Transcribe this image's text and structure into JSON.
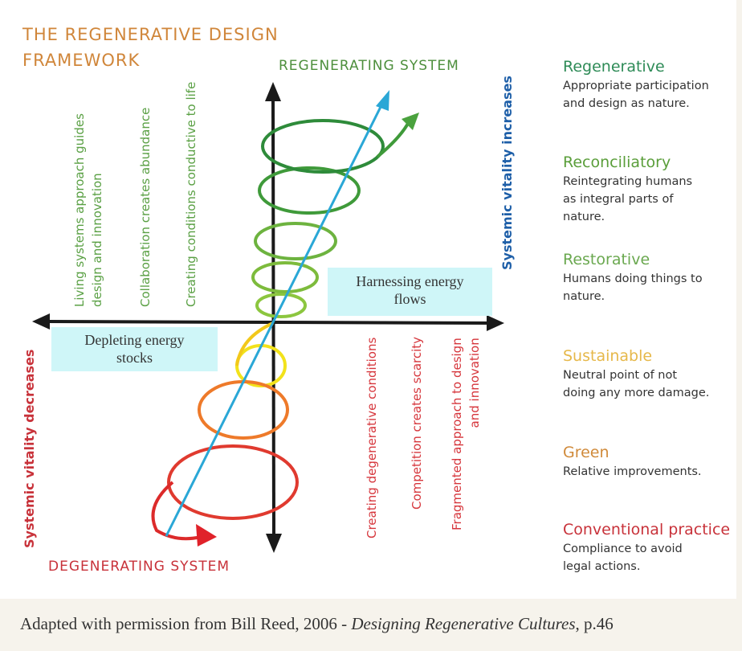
{
  "title": {
    "line1": "THE REGENERATIVE DESIGN",
    "line2": "FRAMEWORK"
  },
  "axis_labels": {
    "top": "REGENERATING SYSTEM",
    "bottom": "DEGENERATING SYSTEM",
    "increases": "Systemic vitality increases",
    "decreases": "Systemic vitality decreases"
  },
  "boxes": {
    "harnessing": {
      "line1": "Harnessing energy",
      "line2": "flows"
    },
    "depleting": {
      "line1": "Depleting energy",
      "line2": "stocks"
    }
  },
  "regenerative_traits": [
    {
      "line1": "Living systems approach guides",
      "line2": "design and innovation"
    },
    {
      "line1": "Collaboration creates abundance",
      "line2": ""
    },
    {
      "line1": "Creating conditions conductive to life",
      "line2": ""
    }
  ],
  "degenerative_traits": [
    {
      "line1": "Creating degenerative conditions",
      "line2": ""
    },
    {
      "line1": "Competition creates scarcity",
      "line2": ""
    },
    {
      "line1": "Fragmented approach to design",
      "line2": "and innovation"
    }
  ],
  "legend": [
    {
      "title": "Regenerative",
      "desc": [
        "Appropriate participation",
        "and design as nature."
      ],
      "color": "#2e8b57"
    },
    {
      "title": "Reconciliatory",
      "desc": [
        "Reintegrating humans",
        "as integral parts of",
        "nature."
      ],
      "color": "#5a9e3a"
    },
    {
      "title": "Restorative",
      "desc": [
        "Humans doing things to",
        "nature."
      ],
      "color": "#6aa84f"
    },
    {
      "title": "Sustainable",
      "desc": [
        "Neutral point of not",
        "doing any more damage."
      ],
      "color": "#e6b84a"
    },
    {
      "title": "Green",
      "desc": [
        "Relative improvements."
      ],
      "color": "#d08a3a"
    },
    {
      "title": "Conventional practice",
      "desc": [
        "Compliance to avoid",
        "legal actions."
      ],
      "color": "#c8323a"
    }
  ],
  "caption": {
    "prefix": "Adapted with permission from Bill Reed, 2006 - ",
    "book": "Designing Regenerative Cultures",
    "suffix": ", p.46"
  },
  "colors": {
    "axis": "#1a1a1a",
    "trend_arrow": "#2aa7d6",
    "box_bg": "#cff6f8",
    "increase_text": "#1e5fa8",
    "decrease_text": "#c8323a"
  }
}
